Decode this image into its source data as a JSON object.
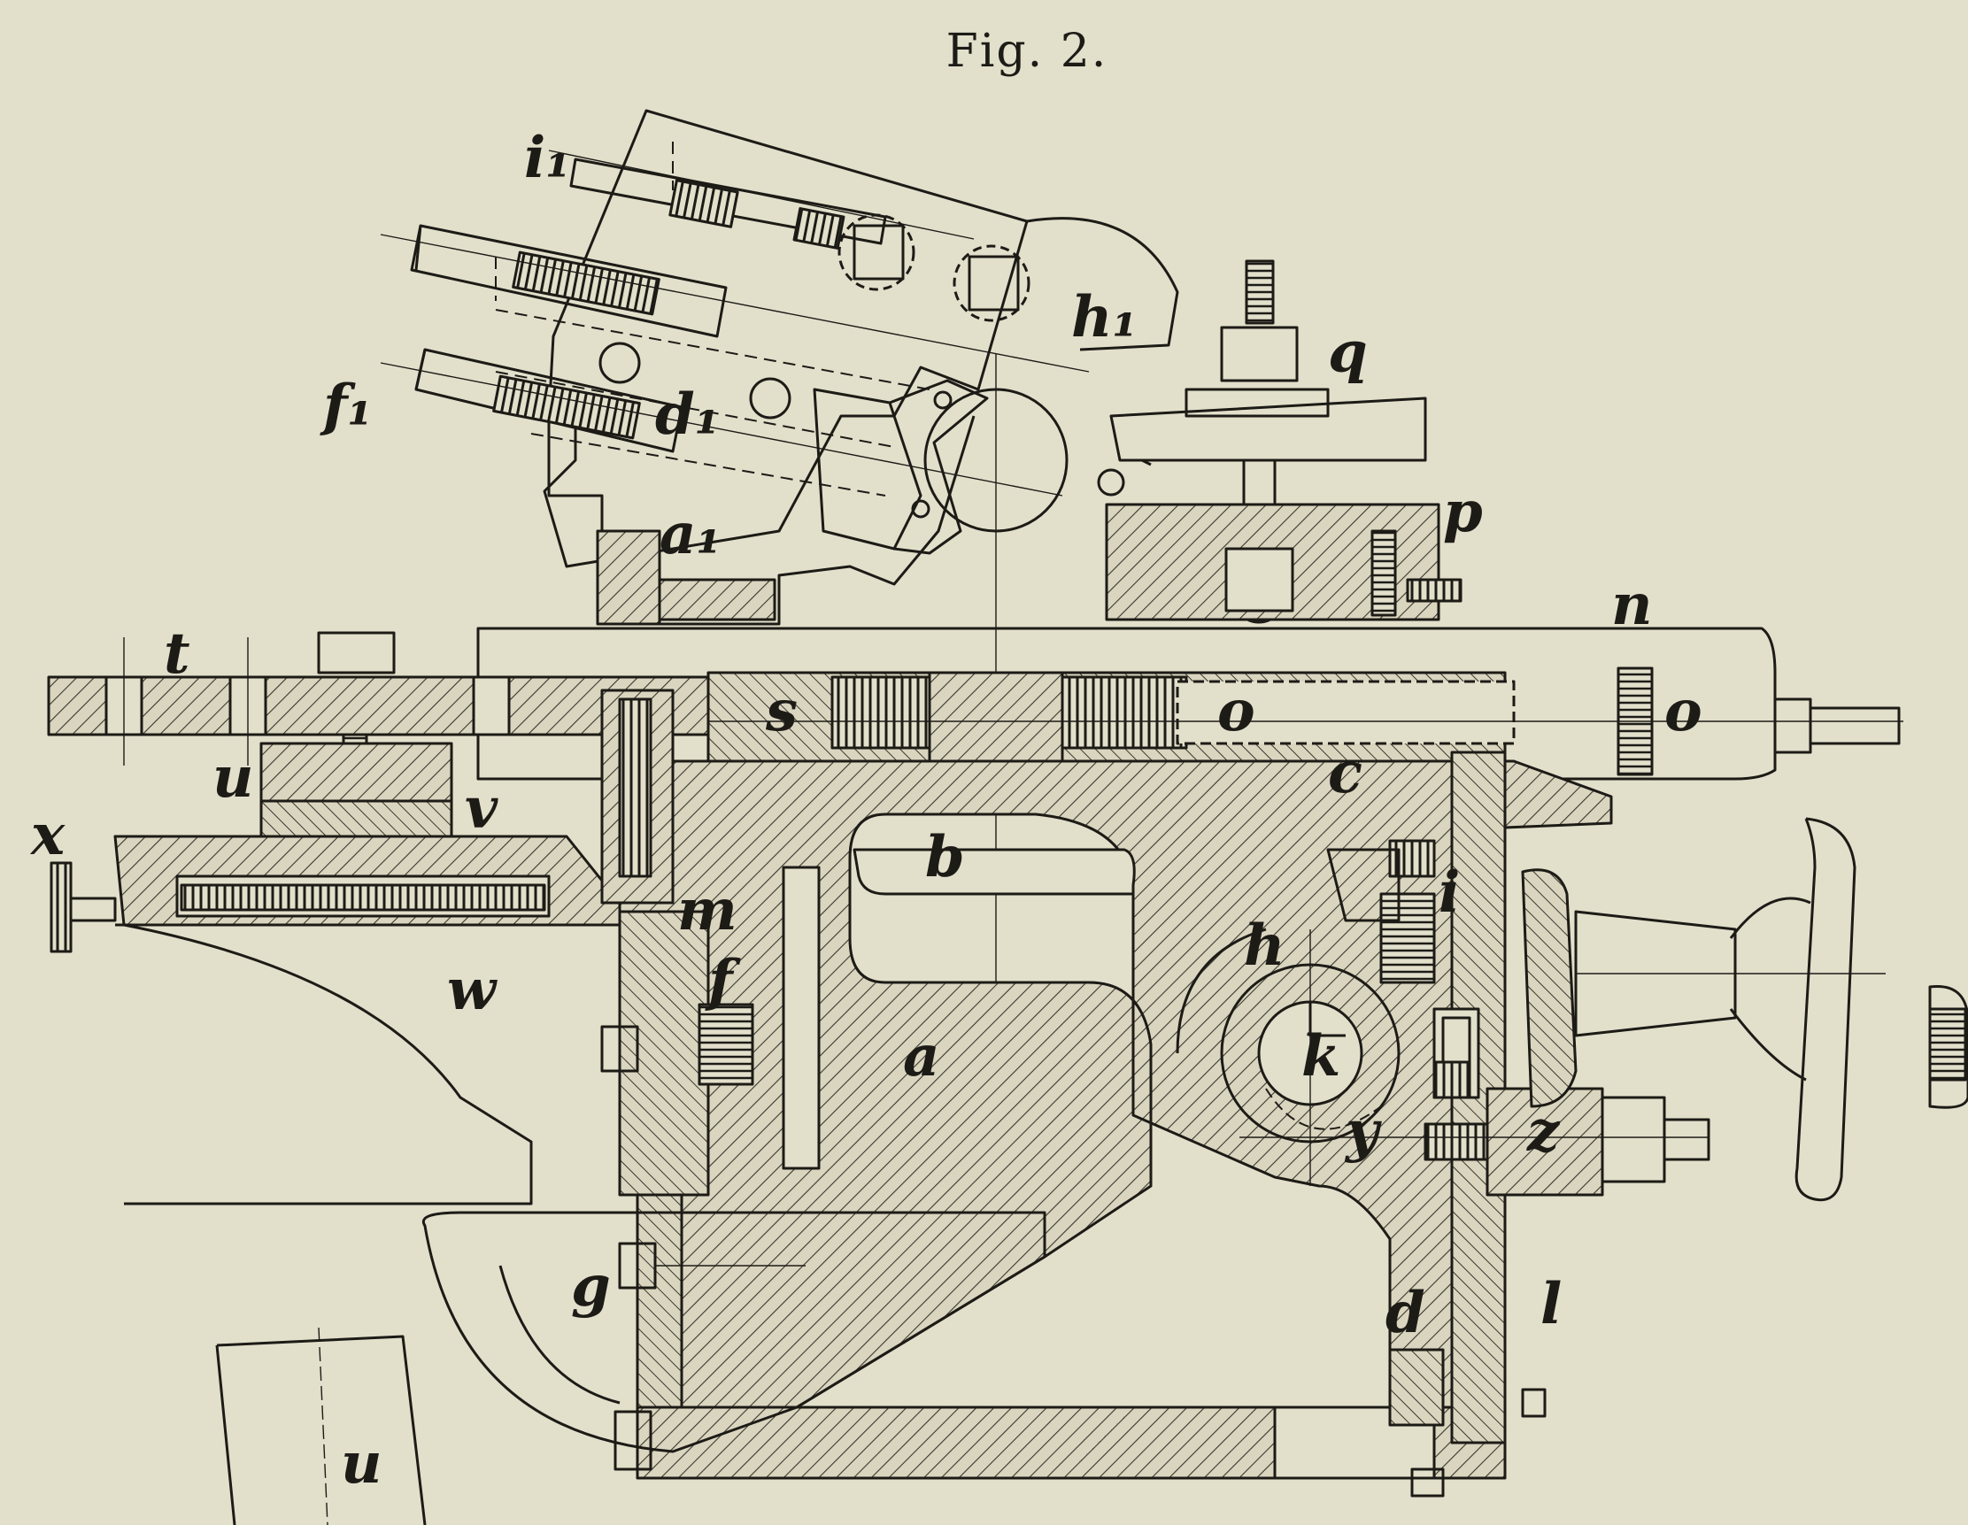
{
  "figure": {
    "title": "Fig. 2.",
    "labels": {
      "i1": "i₁",
      "h1": "h₁",
      "f1": "f₁",
      "d1": "d₁",
      "a1": "a₁",
      "q": "q",
      "p": "p",
      "n": "n",
      "t": "t",
      "s": "s",
      "o_left": "o",
      "o_right": "o",
      "u": "u",
      "v": "v",
      "c": "c",
      "x": "x",
      "b": "b",
      "m": "m",
      "i": "i",
      "w": "w",
      "h": "h",
      "f": "f",
      "a": "a",
      "k": "k",
      "y": "y",
      "z": "z",
      "g": "g",
      "d": "d",
      "l": "l",
      "u_lower": "u"
    }
  },
  "colors": {
    "paper": "#e2dfcb",
    "ink": "#1d1b16",
    "hatch": "#3a372e"
  }
}
